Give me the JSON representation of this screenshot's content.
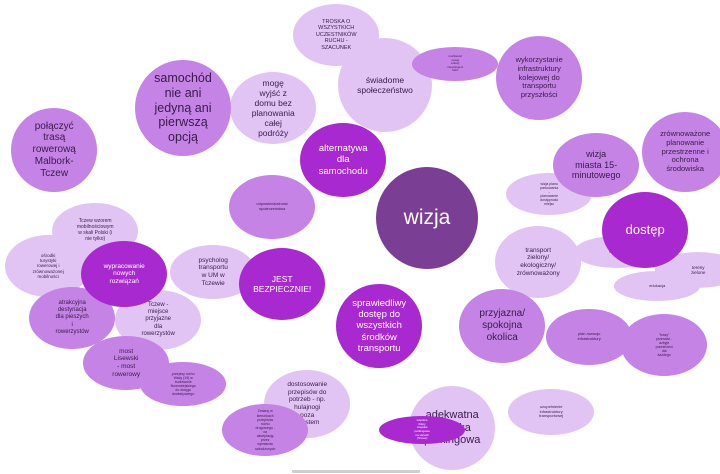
{
  "colors": {
    "center": "#7a3f95",
    "dark": "#a829d0",
    "medium": "#c583e6",
    "light": "#e2c4f4",
    "pale": "#efe2f8",
    "dark_text": "#ffffff",
    "light_text": "#3a1a4a"
  },
  "bubbles": [
    {
      "id": "wizja",
      "text": "wizja",
      "tone": "center"
    },
    {
      "id": "dostep",
      "text": "dostęp",
      "tone": "dark"
    },
    {
      "id": "alternatywa",
      "text": "alternatywa dla samochodu",
      "tone": "dark"
    },
    {
      "id": "jest-bezpiecznie",
      "text": "JEST BEZPIECZNIE!",
      "tone": "dark"
    },
    {
      "id": "sprawiedliwy",
      "text": "sprawiedliwy dostęp do wszystkich środków transportu",
      "tone": "dark"
    },
    {
      "id": "wypracowanie",
      "text": "wypracowanie nowych rozwiązań",
      "tone": "dark"
    },
    {
      "id": "wspolne-bilety",
      "text": "wspólne bilety miejskie parkingowe na ulicach (Tczew)",
      "tone": "dark"
    },
    {
      "id": "samochod",
      "text": "samochód nie ani jedyną ani pierwszą opcją",
      "tone": "medium"
    },
    {
      "id": "polaczyc",
      "text": "połączyć trasą rowerową Malbork-Tczew",
      "tone": "medium"
    },
    {
      "id": "wykorzystanie",
      "text": "wykorzystanie infrastruktury kolejowej do transportu przyszłości",
      "tone": "medium"
    },
    {
      "id": "wizja-miasta",
      "text": "wizja miasta 15-minutowego",
      "tone": "medium"
    },
    {
      "id": "zrownowazone",
      "text": "zrównoważone planowanie przestrzenne i ochrona środowiska",
      "tone": "medium"
    },
    {
      "id": "przyjazna",
      "text": "przyjazna/ spokojna okolica",
      "tone": "medium"
    },
    {
      "id": "plan-rozwoju",
      "text": "plan rozwoju infrastruktury",
      "tone": "medium"
    },
    {
      "id": "trzy-przerwy",
      "text": "\"trasy\" przerwać - azbyje przestrzeni dla każdego",
      "tone": "medium"
    },
    {
      "id": "odpowiedzialnosc",
      "text": "odpowiedzialność społeczeństwa",
      "tone": "medium"
    },
    {
      "id": "atrakcyjna",
      "text": "atrakcyjna destynacja dla pieszych i rowerzystów",
      "tone": "medium"
    },
    {
      "id": "most-lisewski",
      "text": "most Lisewski - most rowerowy",
      "tone": "medium"
    },
    {
      "id": "przepisy",
      "text": "przepisy ruchu Wsky (19) w budowanie Nowowiejskiego do okręgu dowiatyowego",
      "tone": "medium"
    },
    {
      "id": "kierunki",
      "text": "Zmiany w kierunkach przepisów ruchu drogowego - na akceptację przez wymiarów szkodzonych",
      "tone": "medium"
    },
    {
      "id": "mozliwosc-dojazdu",
      "text": "możliwość nowej szkoły zaspokojeni ludzi",
      "tone": "medium"
    },
    {
      "id": "troska",
      "text": "TROSKA O WSZYSTKICH UCZESTNIKÓW RUCHU - SZACUNEK",
      "tone": "light"
    },
    {
      "id": "swiadome",
      "text": "świadome społeczeństwo",
      "tone": "light"
    },
    {
      "id": "moge-wyjsc",
      "text": "mogę wyjść z domu bez planowania całej podróży",
      "tone": "light"
    },
    {
      "id": "tczew-wzorem",
      "text": "Tczew wzorem mobilnościowym w skali Polski (i nie tylko)",
      "tone": "light"
    },
    {
      "id": "osrodki",
      "text": "ośrodki turystyki rowerowej i zrównoważonej mobilności",
      "tone": "light"
    },
    {
      "id": "tczew-miejsce",
      "text": "Tczew - miejsce przyjazne dla rowerzystów",
      "tone": "light"
    },
    {
      "id": "psycholog",
      "text": "psycholog transportu w UM w Tczewie",
      "tone": "light"
    },
    {
      "id": "dostosowanie",
      "text": "dostosowanie przepisów do potrzeb - np. hulajnogi poza miastem",
      "tone": "light"
    },
    {
      "id": "adekwatna",
      "text": "adekwatna polityka parkingowa",
      "tone": "light"
    },
    {
      "id": "uzupelnienie",
      "text": "uzupełnienie infrastruktury transportowej",
      "tone": "light"
    },
    {
      "id": "wizja-planu",
      "text": "wizja planu parkowania - planowanie dostępność miejsc",
      "tone": "light"
    },
    {
      "id": "transport-zielony",
      "text": "transport zielony/ ekologiczny/ zrównoważony",
      "tone": "light"
    },
    {
      "id": "transport",
      "text": "transport",
      "tone": "light"
    },
    {
      "id": "tereny-zielone",
      "text": "tereny zielone",
      "tone": "light"
    },
    {
      "id": "edukacja",
      "text": "edukacja",
      "tone": "light"
    }
  ]
}
